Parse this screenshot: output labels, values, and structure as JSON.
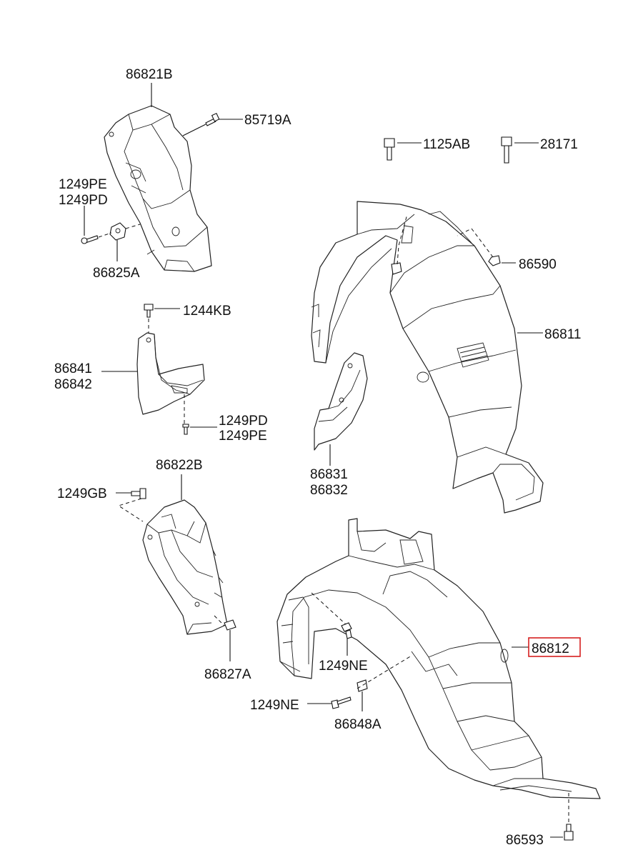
{
  "labels": {
    "p86821B": "86821B",
    "p85719A": "85719A",
    "p1249PE_a": "1249PE",
    "p1249PD_a": "1249PD",
    "p86825A": "86825A",
    "p1125AB": "1125AB",
    "p28171": "28171",
    "p86590": "86590",
    "p86811": "86811",
    "p1244KB": "1244KB",
    "p86841": "86841",
    "p86842": "86842",
    "p1249PD_b": "1249PD",
    "p1249PE_b": "1249PE",
    "p86831": "86831",
    "p86832": "86832",
    "p86822B": "86822B",
    "p1249GB": "1249GB",
    "p86827A": "86827A",
    "p86812": "86812",
    "p1249NE_a": "1249NE",
    "p1249NE_b": "1249NE",
    "p86848A": "86848A",
    "p86593": "86593"
  },
  "highlight": {
    "part": "86812",
    "color": "#d62020"
  }
}
